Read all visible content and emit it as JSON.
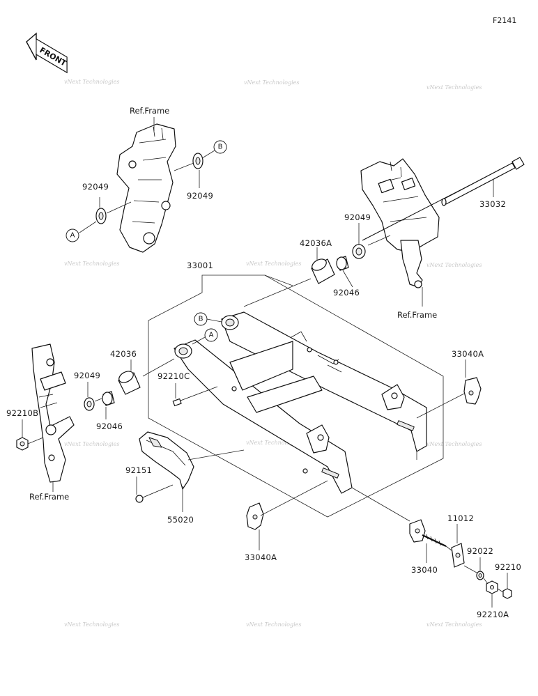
{
  "figure_code": "F2141",
  "front_label": "FRONT",
  "watermark": "vNext Technologies",
  "ref_frame_label": "Ref.Frame",
  "callouts": {
    "a": "A",
    "b": "B"
  },
  "part_numbers": {
    "p92049_left": "92049",
    "p92049_right": "92049",
    "p92049_mid": "92049",
    "p92049_low": "92049",
    "p33032": "33032",
    "p42036A": "42036A",
    "p92046_upper": "92046",
    "p33001": "33001",
    "p42036": "42036",
    "p92046_lower": "92046",
    "p92210C": "92210C",
    "p92210B": "92210B",
    "p33040A_right": "33040A",
    "p92151": "92151",
    "p55020": "55020",
    "p33040A_bottom": "33040A",
    "p11012": "11012",
    "p33040": "33040",
    "p92022": "92022",
    "p92210": "92210",
    "p92210A": "92210A"
  }
}
